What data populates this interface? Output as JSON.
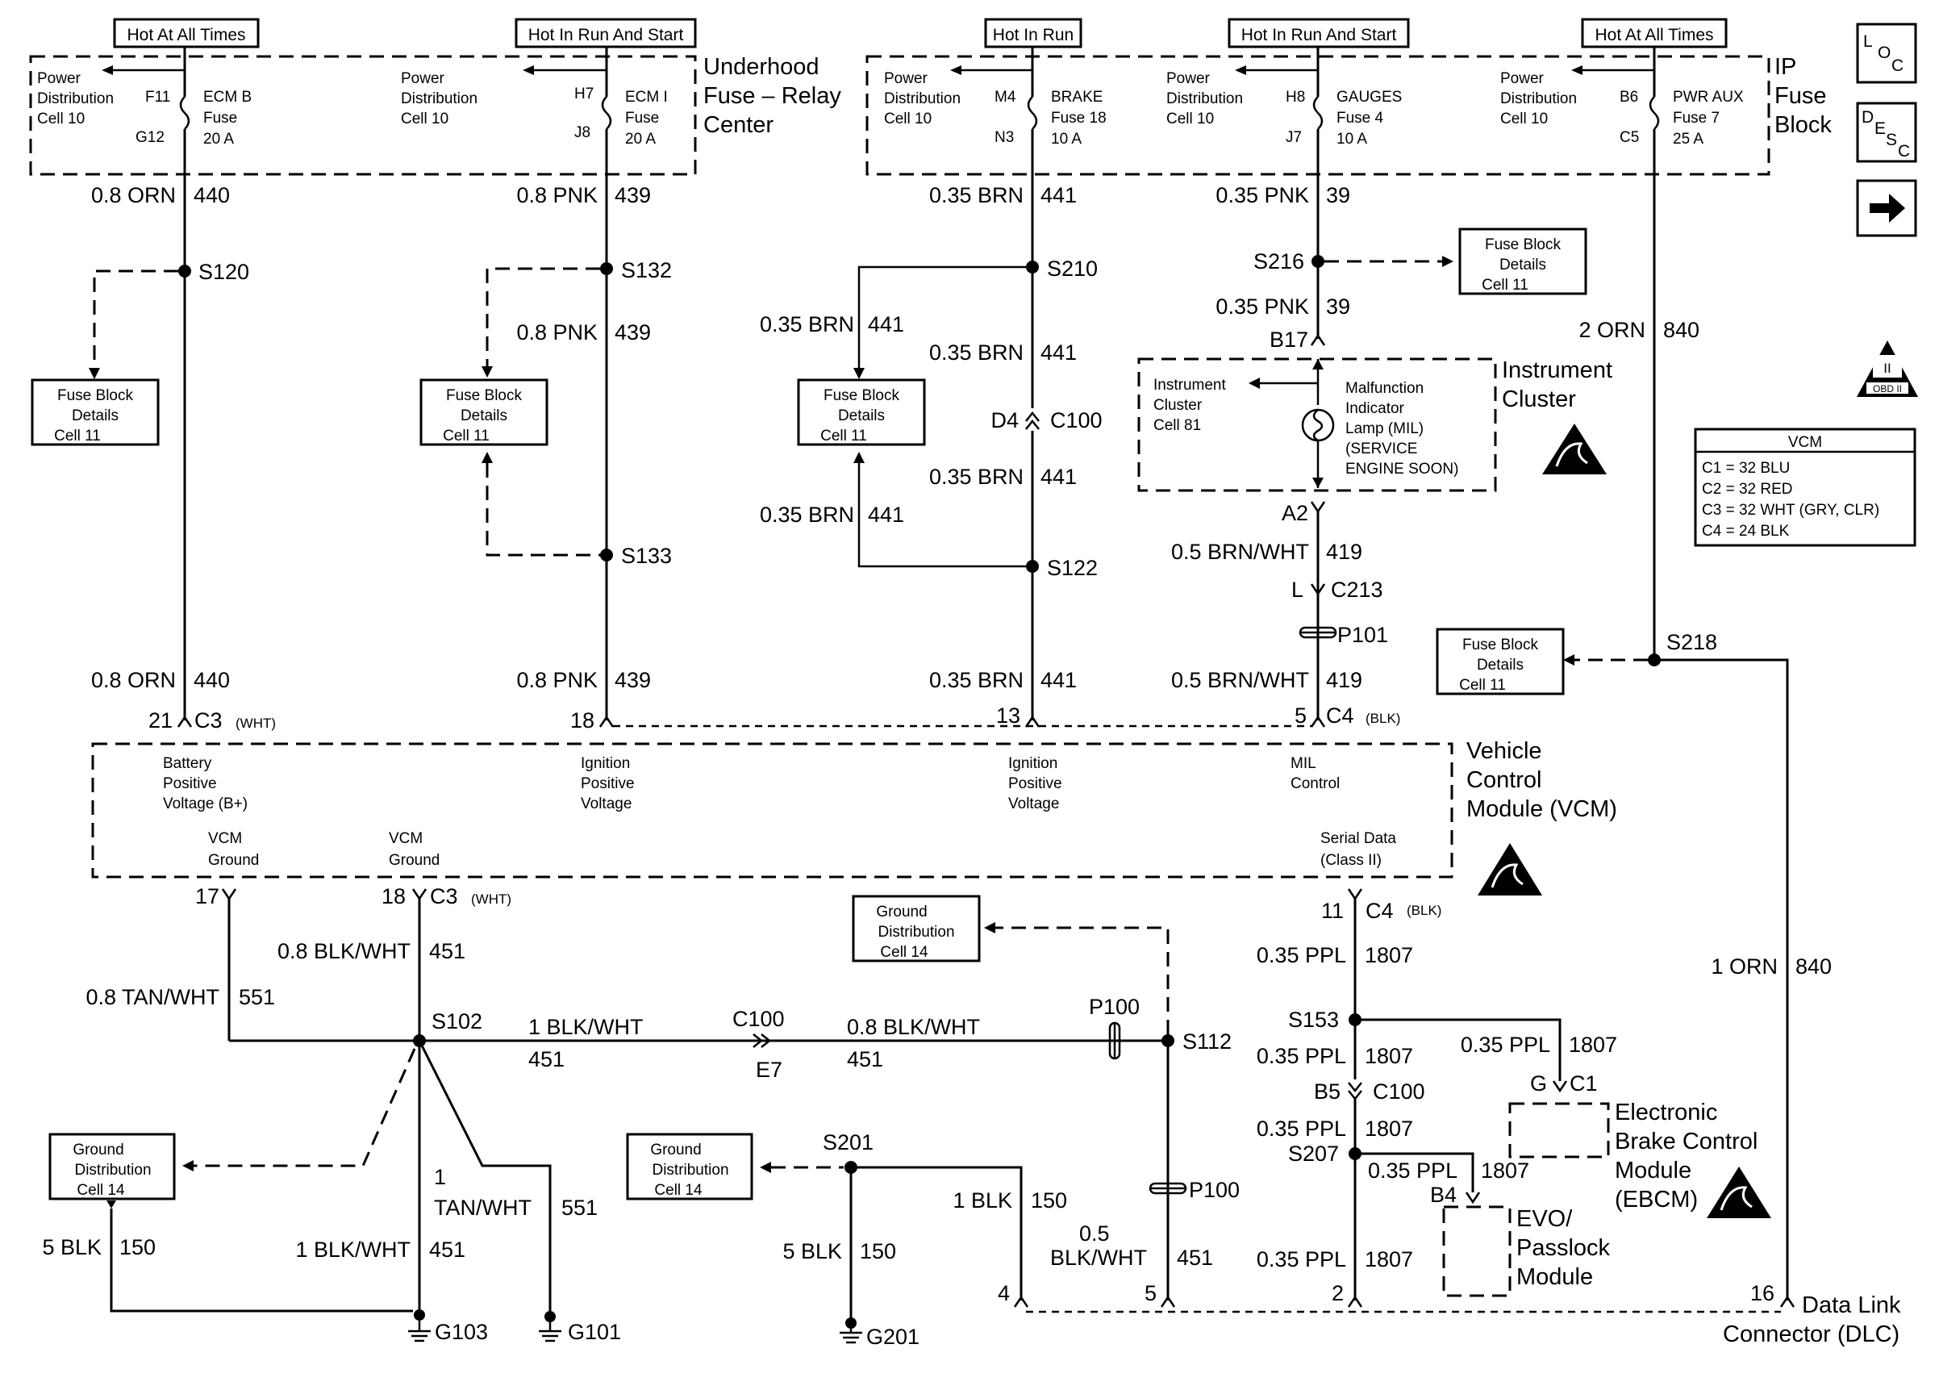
{
  "headers": {
    "hot_all_1": "Hot At All Times",
    "hot_run_start_1": "Hot In Run And Start",
    "hot_run": "Hot In Run",
    "hot_run_start_2": "Hot In Run And Start",
    "hot_all_2": "Hot At All Times"
  },
  "blocks": {
    "underhood": [
      "Underhood",
      "Fuse – Relay",
      "Center"
    ],
    "ip_fuse": [
      "IP",
      "Fuse",
      "Block"
    ],
    "vcm": [
      "Vehicle",
      "Control",
      "Module (VCM)"
    ],
    "instrument_cluster": [
      "Instrument",
      "Cluster"
    ],
    "ebcm": [
      "Electronic",
      "Brake Control",
      "Module",
      "(EBCM)"
    ],
    "evo": [
      "EVO/",
      "Passlock",
      "Module"
    ],
    "dlc": [
      "Data Link",
      "Connector (DLC)"
    ]
  },
  "power_dist": [
    "Power",
    "Distribution",
    "Cell 10"
  ],
  "fuses": [
    {
      "in": "F11",
      "out": "G12",
      "name": "ECM B",
      "type": "Fuse",
      "amp": "20 A"
    },
    {
      "in": "H7",
      "out": "J8",
      "name": "ECM I",
      "type": "Fuse",
      "amp": "20 A"
    },
    {
      "in": "M4",
      "out": "N3",
      "name": "BRAKE",
      "type": "Fuse 18",
      "amp": "10 A"
    },
    {
      "in": "H8",
      "out": "J7",
      "name": "GAUGES",
      "type": "Fuse 4",
      "amp": "10 A"
    },
    {
      "in": "B6",
      "out": "C5",
      "name": "PWR AUX",
      "type": "Fuse 7",
      "amp": "25 A"
    }
  ],
  "fuse_block_details": [
    "Fuse Block",
    "Details",
    "Cell 11"
  ],
  "ground_distribution": [
    "Ground",
    "Distribution",
    "Cell 14"
  ],
  "splices": {
    "s120": "S120",
    "s132": "S132",
    "s133": "S133",
    "s210": "S210",
    "s122": "S122",
    "s216": "S216",
    "s218": "S218",
    "s102": "S102",
    "s112": "S112",
    "s153": "S153",
    "s207": "S207",
    "s201": "S201"
  },
  "grounds": {
    "g103": "G103",
    "g101": "G101",
    "g201": "G201"
  },
  "wires": {
    "w1": "0.8 ORN",
    "c1": "440",
    "w2": "0.8 PNK",
    "c2": "439",
    "w3": "0.35 BRN",
    "c3": "441",
    "w4": "0.35 PNK",
    "c4": "39",
    "w5": "2 ORN",
    "c5": "840",
    "w6": "0.5 BRN/WHT",
    "c6": "419",
    "w7": "0.8 BLK/WHT",
    "c7": "451",
    "w8": "0.8 TAN/WHT",
    "c8": "551",
    "w9": "1 BLK/WHT",
    "c9": "451",
    "w10": "5 BLK",
    "c10": "150",
    "w11a": "1",
    "w11b": "TAN/WHT",
    "c11": "551",
    "w12": "1 BLK",
    "c12": "150",
    "w13a": "0.5",
    "w13b": "BLK/WHT",
    "c13": "451",
    "w14": "0.35 PPL",
    "c14": "1807",
    "w15": "1 ORN",
    "c15": "840"
  },
  "connectors": {
    "b17": "B17",
    "a2": "A2",
    "d4": "D4",
    "c100": "C100",
    "l": "L",
    "c213": "C213",
    "p101": "P101",
    "p100": "P100",
    "e7": "E7",
    "b5": "B5",
    "g": "G",
    "c1": "C1",
    "b4": "B4",
    "pin21": "21",
    "c3": "C3",
    "wht": "(WHT)",
    "pin18": "18",
    "pin13": "13",
    "pin5": "5",
    "c4": "C4",
    "blk": "(BLK)",
    "pin17": "17",
    "pin11": "11",
    "dlc4": "4",
    "dlc5": "5",
    "dlc2": "2",
    "dlc16": "16"
  },
  "vcm_labels": {
    "bpv": [
      "Battery",
      "Positive",
      "Voltage (B+)"
    ],
    "ipv": [
      "Ignition",
      "Positive",
      "Voltage"
    ],
    "mil": [
      "MIL",
      "Control"
    ],
    "gnd": [
      "VCM",
      "Ground"
    ],
    "serial": [
      "Serial Data",
      "(Class II)"
    ]
  },
  "cluster_labels": {
    "left": [
      "Instrument",
      "Cluster",
      "Cell 81"
    ],
    "mil": [
      "Malfunction",
      "Indicator",
      "Lamp (MIL)",
      "(SERVICE",
      "ENGINE SOON)"
    ]
  },
  "vcm_table": {
    "title": "VCM",
    "rows": [
      "C1 = 32 BLU",
      "C2 = 32 RED",
      "C3 = 32 WHT (GRY, CLR)",
      "C4 = 24 BLK"
    ]
  },
  "side_icons": {
    "loc": [
      "L",
      "O",
      "C"
    ],
    "desc": [
      "D",
      "E",
      "S",
      "C"
    ],
    "obd": [
      "II",
      "OBD II"
    ]
  }
}
